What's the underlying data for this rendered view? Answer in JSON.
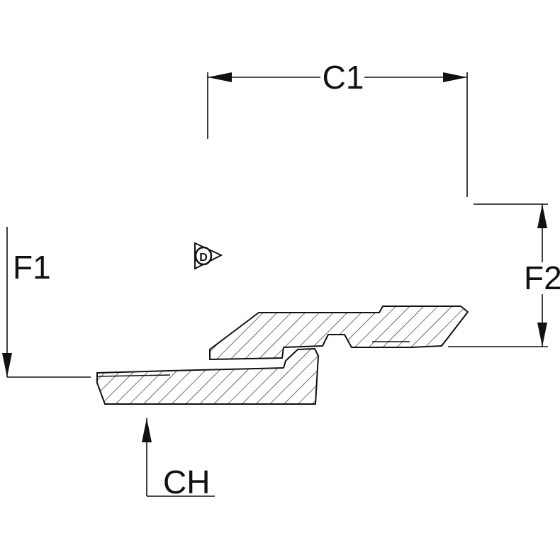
{
  "dimensions": {
    "c1": "C1",
    "f1": "F1",
    "f2": "F2",
    "ch": "CH"
  },
  "logo": {
    "name": "dunlop-logo",
    "letter": "D"
  },
  "colors": {
    "line": "#111111",
    "hatch": "#111111",
    "background": "#ffffff"
  }
}
